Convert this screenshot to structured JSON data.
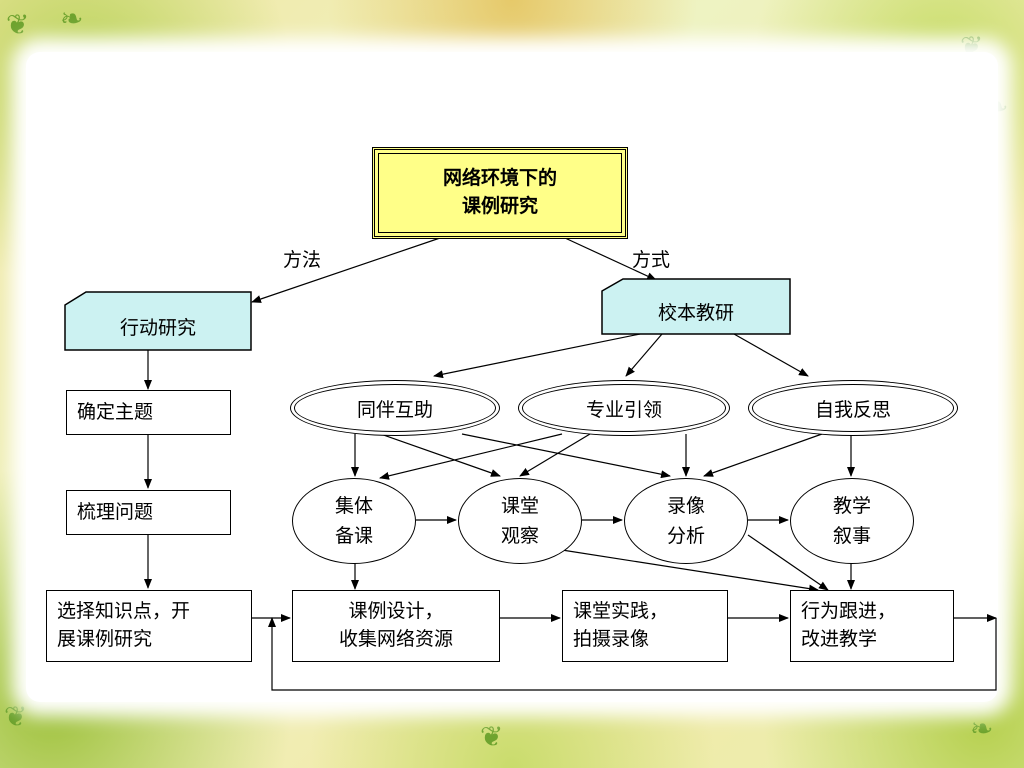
{
  "diagram": {
    "title": {
      "line1": "网络环境下的",
      "line2": "课例研究"
    },
    "branch_labels": {
      "left": "方法",
      "right": "方式"
    },
    "left_header": "行动研究",
    "right_header": "校本教研",
    "left_steps": [
      "确定主题",
      "梳理问题"
    ],
    "bottom_start": {
      "line1": "选择知识点，开",
      "line2": "展课例研究"
    },
    "ovals": [
      "同伴互助",
      "专业引领",
      "自我反思"
    ],
    "circles": [
      {
        "line1": "集体",
        "line2": "备课"
      },
      {
        "line1": "课堂",
        "line2": "观察"
      },
      {
        "line1": "录像",
        "line2": "分析"
      },
      {
        "line1": "教学",
        "line2": "叙事"
      }
    ],
    "bottom_boxes": [
      {
        "line1": "课例设计，",
        "line2": "收集网络资源"
      },
      {
        "line1": "课堂实践，",
        "line2": "拍摄录像"
      },
      {
        "line1": "行为跟进，",
        "line2": "改进教学"
      }
    ]
  },
  "colors": {
    "title_fill": "#ffff88",
    "header_fill": "#ccf2f2",
    "frame_leaf": "#5f9a23"
  }
}
